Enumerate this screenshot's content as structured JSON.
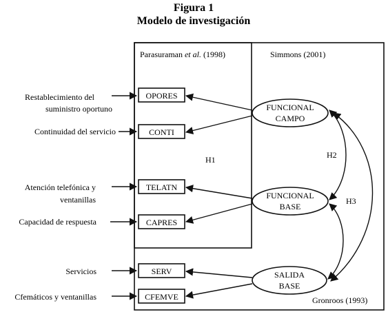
{
  "figure": {
    "number": "Figura 1",
    "title": "Modelo de investigación"
  },
  "regions": {
    "parasuraman": {
      "author": "Parasuraman ",
      "etal": "et al.",
      "year": " (1998)"
    },
    "simmons": "Simmons (2001)",
    "gronroos": "Gronroos (1993)"
  },
  "constructs": {
    "funcional_campo": [
      "FUNCIONAL",
      "CAMPO"
    ],
    "funcional_base": [
      "FUNCIONAL",
      "BASE"
    ],
    "salida_base": [
      "SALIDA",
      "BASE"
    ]
  },
  "indicators": [
    {
      "code": "OPORES",
      "label": [
        "Restablecimiento del",
        "suministro oportuno"
      ]
    },
    {
      "code": "CONTI",
      "label": [
        "Continuidad del servicio"
      ]
    },
    {
      "code": "TELATN",
      "label": [
        "Atención telefónica y",
        "ventanillas"
      ]
    },
    {
      "code": "CAPRES",
      "label": [
        "Capacidad de respuesta"
      ]
    },
    {
      "code": "SERV",
      "label": [
        "Servicios"
      ]
    },
    {
      "code": "CFEMVE",
      "label": [
        "Cfemáticos y ventanillas"
      ]
    }
  ],
  "hypotheses": {
    "h1": "H1",
    "h2": "H2",
    "h3": "H3"
  }
}
